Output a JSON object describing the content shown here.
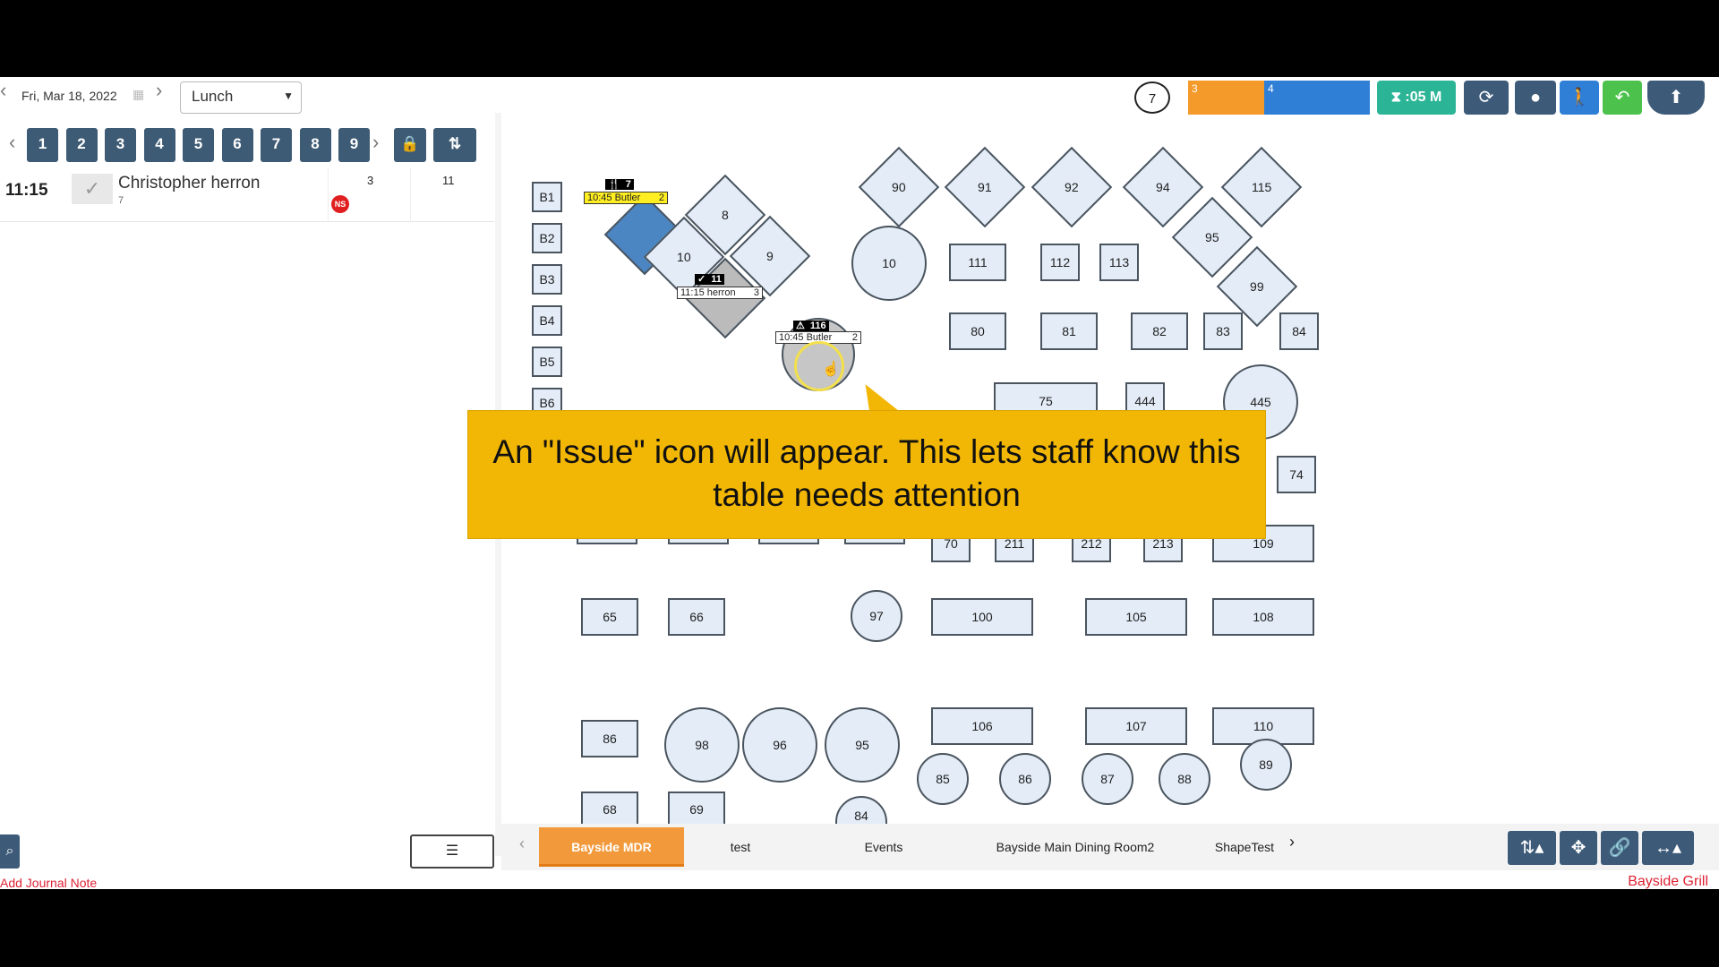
{
  "header": {
    "date": "Fri, Mar 18, 2022",
    "meal": "Lunch",
    "count": "7",
    "bar1": "3",
    "bar2": "4",
    "timer": ":05 M",
    "colors": {
      "orange": "#f49a2a",
      "blue": "#2f7fd6",
      "green": "#2bb596",
      "navy": "#3d5b79",
      "lime": "#4cc24c"
    }
  },
  "pagination": {
    "pages": [
      "1",
      "2",
      "3",
      "4",
      "5",
      "6",
      "7",
      "8",
      "9"
    ]
  },
  "reservation": {
    "time": "11:15",
    "name": "Christopher herron",
    "sub": "7",
    "party": "3",
    "table": "11",
    "badge": "NS"
  },
  "floor": {
    "booths": [
      "B1",
      "B2",
      "B3",
      "B4",
      "B5",
      "B6"
    ],
    "tables": {
      "t90": "90",
      "t91": "91",
      "t92": "92",
      "t94": "94",
      "t115": "115",
      "t95d": "95",
      "t99": "99",
      "t8": "8",
      "t10d": "10",
      "t9": "9",
      "t10r": "10",
      "t111": "111",
      "t112": "112",
      "t113": "113",
      "t80": "80",
      "t81": "81",
      "t82": "82",
      "t83": "83",
      "t84": "84",
      "t75": "75",
      "t444": "444",
      "t445": "445",
      "t74": "74",
      "t70": "70",
      "t211": "211",
      "t212": "212",
      "t213": "213",
      "t109": "109",
      "t65": "65",
      "t66": "66",
      "t97": "97",
      "t100": "100",
      "t105": "105",
      "t108": "108",
      "t106": "106",
      "t107": "107",
      "t110": "110",
      "t86s": "86",
      "t98": "98",
      "t96": "96",
      "t95r": "95",
      "t85": "85",
      "t86r": "86",
      "t87": "87",
      "t88": "88",
      "t89": "89",
      "t68": "68",
      "t69": "69",
      "t84r": "84"
    },
    "tags": {
      "butler1_ticket": "7",
      "butler1_label": "10:45 Butler",
      "butler1_count": "2",
      "herron_ticket": "11",
      "herron_label": "11:15 herron",
      "herron_count": "3",
      "butler2_ticket": "116",
      "butler2_label": "10:45 Butler",
      "butler2_count": "2"
    }
  },
  "callout": {
    "text": "An \"Issue\" icon will appear. This lets staff know this table needs attention"
  },
  "tabs": [
    "Bayside MDR",
    "test",
    "Events",
    "Bayside Main Dining Room2",
    "ShapeTest"
  ],
  "footer": {
    "journal": "Add Journal Note",
    "restaurant": "Bayside Grill"
  }
}
